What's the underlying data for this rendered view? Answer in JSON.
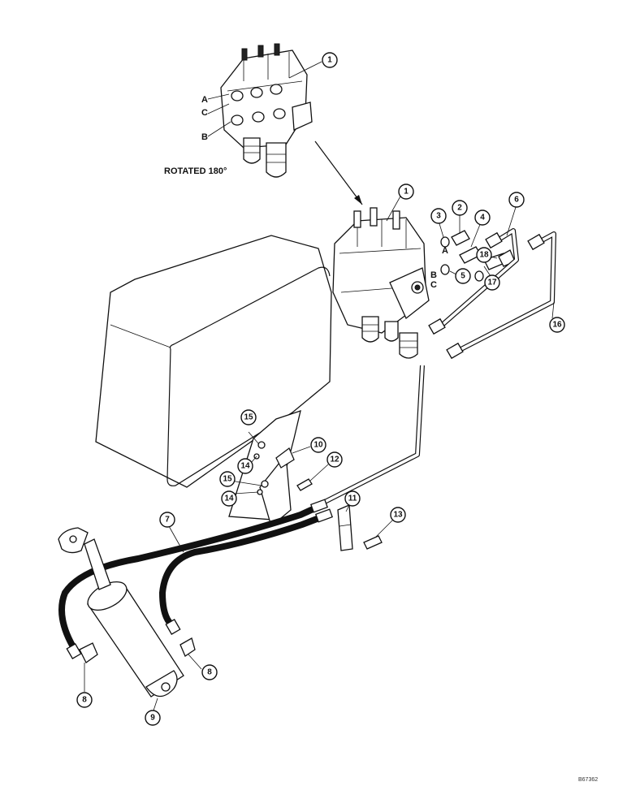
{
  "diagram": {
    "rotation_note": "ROTATED 180°",
    "drawing_number": "B67362",
    "upper_valve_ports": [
      "A",
      "C",
      "B"
    ],
    "lower_valve_ports": [
      "A",
      "B",
      "C"
    ],
    "callouts": [
      "1",
      "1",
      "2",
      "3",
      "4",
      "5",
      "6",
      "7",
      "8",
      "8",
      "9",
      "10",
      "11",
      "12",
      "13",
      "14",
      "14",
      "15",
      "15",
      "16",
      "17",
      "18"
    ]
  }
}
